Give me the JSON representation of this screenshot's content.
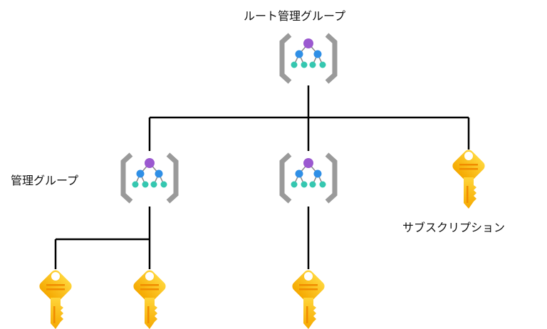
{
  "labels": {
    "root": "ルート管理グループ",
    "management_group": "管理グループ",
    "subscription": "サブスクリプション"
  },
  "colors": {
    "connector": "#000000",
    "bracket": "#9a9a9a",
    "node_top": "#9b59d0",
    "node_mid": "#2f8fe6",
    "node_leaf": "#35c7b0",
    "key": "#f7b900"
  },
  "icons": [
    "management-group-icon",
    "subscription-key-icon"
  ]
}
